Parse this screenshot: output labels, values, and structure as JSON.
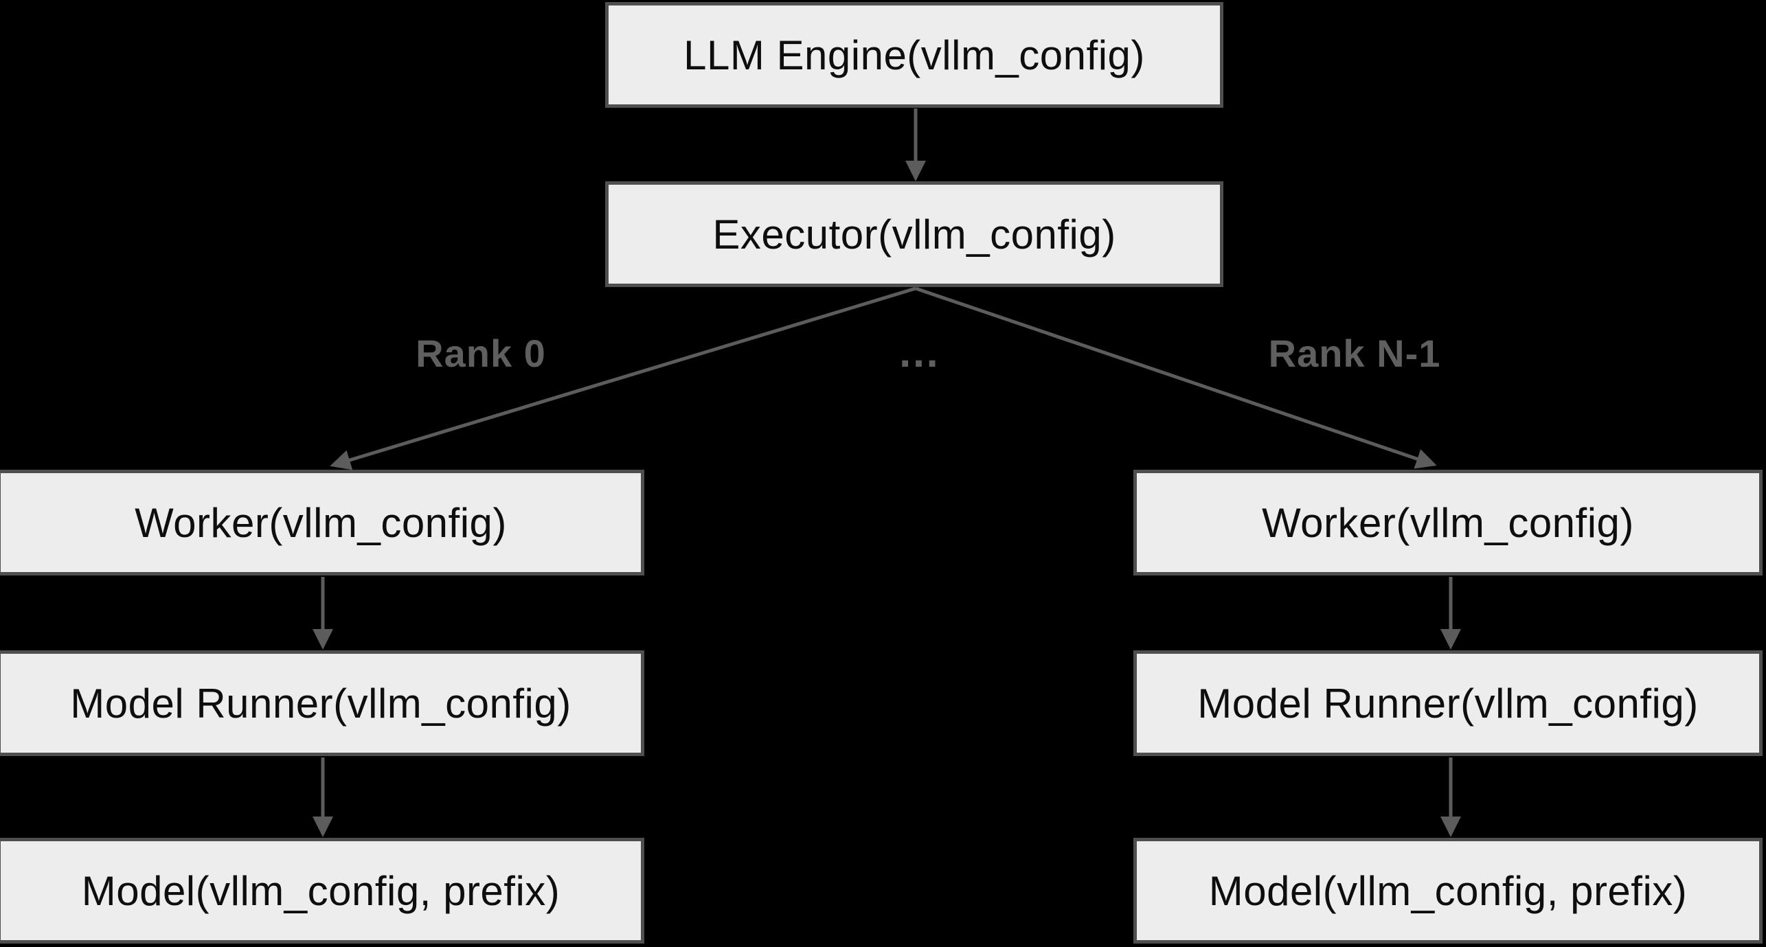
{
  "diagram": {
    "nodes": {
      "llm_engine": "LLM Engine(vllm_config)",
      "executor": "Executor(vllm_config)",
      "worker_rank0": "Worker(vllm_config)",
      "worker_rankN": "Worker(vllm_config)",
      "model_runner_rank0": "Model Runner(vllm_config)",
      "model_runner_rankN": "Model Runner(vllm_config)",
      "model_rank0": "Model(vllm_config, prefix)",
      "model_rankN": "Model(vllm_config, prefix)"
    },
    "edge_labels": {
      "rank_0": "Rank 0",
      "ellipsis": "…",
      "rank_n_minus_1": "Rank N-1"
    },
    "colors": {
      "background": "#000000",
      "node_fill": "#ededed",
      "node_border": "#4f4f4f",
      "node_text": "#0e0e0e",
      "arrow": "#5c5c5c",
      "edge_label_text": "#5f5f5f"
    }
  }
}
